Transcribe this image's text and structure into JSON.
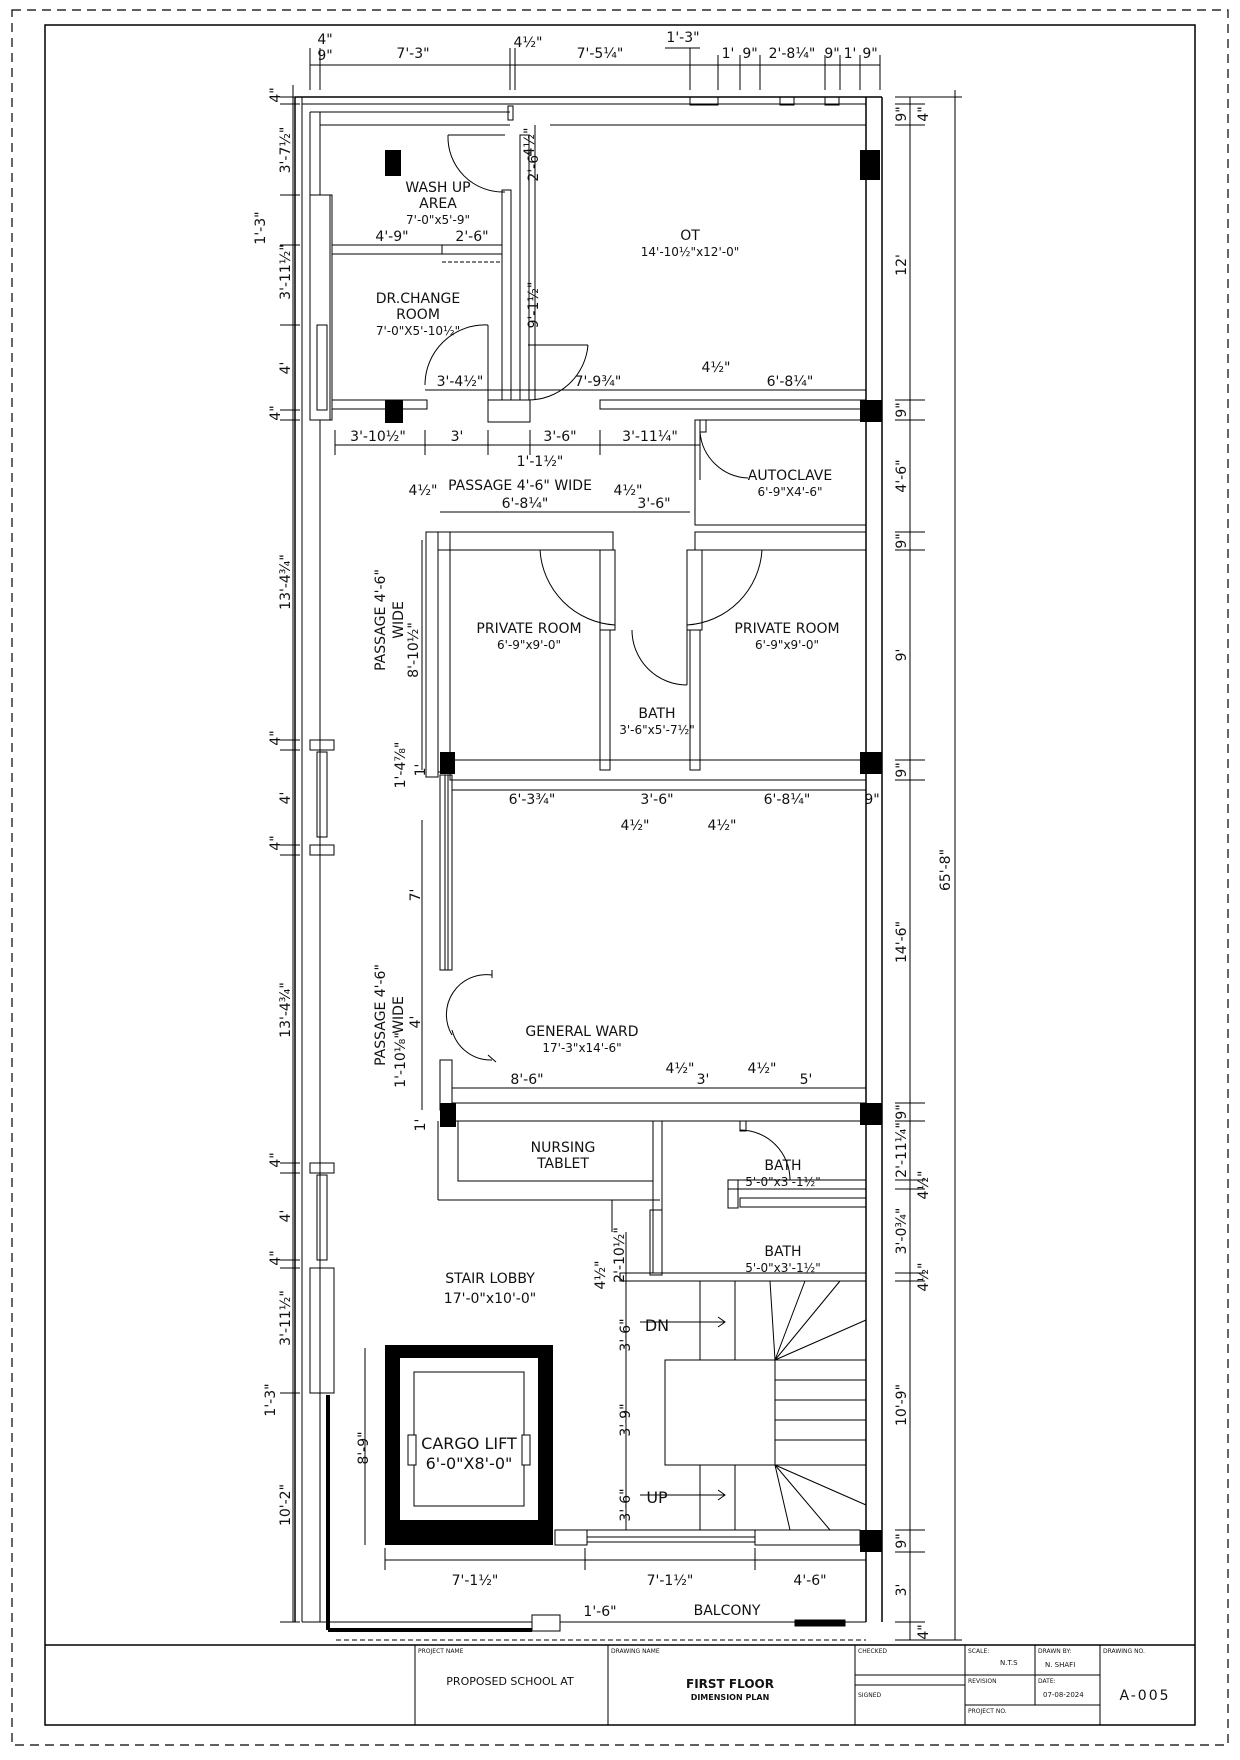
{
  "plan": {
    "rooms": {
      "wash_up_name": "WASH UP",
      "wash_up_name2": "AREA",
      "wash_up_size": "7'-0\"x5'-9\"",
      "ot_name": "OT",
      "ot_size": "14'-10½\"x12'-0\"",
      "dr_change_name": "DR.CHANGE",
      "dr_change_name2": "ROOM",
      "dr_change_size": "7'-0\"X5'-10½\"",
      "passage_top": "PASSAGE 4'-6\" WIDE",
      "autoclave_name": "AUTOCLAVE",
      "autoclave_size": "6'-9\"X4'-6\"",
      "private_left_name": "PRIVATE ROOM",
      "private_left_size": "6'-9\"x9'-0\"",
      "private_right_name": "PRIVATE ROOM",
      "private_right_size": "6'-9\"x9'-0\"",
      "bath_mid_name": "BATH",
      "bath_mid_size": "3'-6\"x5'-7½\"",
      "passage_side": "PASSAGE 4'-6\"",
      "passage_side2": "WIDE",
      "general_ward_name": "GENERAL WARD",
      "general_ward_size": "17'-3\"x14'-6\"",
      "nursing_name": "NURSING",
      "nursing_name2": "TABLET",
      "bath1_name": "BATH",
      "bath1_size": "5'-0\"x3'-1½\"",
      "bath2_name": "BATH",
      "bath2_size": "5'-0\"x3'-1½\"",
      "stair_lobby_name": "STAIR LOBBY",
      "stair_lobby_size": "17'-0\"x10'-0\"",
      "cargo_lift_name": "CARGO LIFT",
      "cargo_lift_size": "6'-0\"X8'-0\"",
      "balcony": "BALCONY",
      "stair_dn": "DN",
      "stair_up": "UP"
    },
    "dims_top": {
      "d1": "4\"",
      "d2": "9\"",
      "d3": "7'-3\"",
      "d4": "4½\"",
      "d5": "7'-5¼\"",
      "d6": "1'-3\"",
      "d7": "1'",
      "d8": "9\"",
      "d9": "2'-8¼\"",
      "d10": "9\"",
      "d11": "1'",
      "d12": "9\""
    },
    "dims_interior": {
      "wash_w1": "4'-9\"",
      "wash_w2": "2'-6\"",
      "door_26": "2'-6\"",
      "d_412": "4½\"",
      "wall_912": "9'-1½\"",
      "d_3412": "3'-4½\"",
      "d_7934": "7'-9¾\"",
      "d_412b": "4½\"",
      "d_6814": "6'-8¼\"",
      "d_31012": "3'-10½\"",
      "d_3": "3'",
      "d_36": "3'-6\"",
      "d_31114": "3'-11¼\"",
      "d_1112": "1'-1½\"",
      "p_412a": "4½\"",
      "p_6814": "6'-8¼\"",
      "p_412b": "4½\"",
      "p_36": "3'-6\"",
      "pr_81012": "8'-10½\"",
      "g_6334": "6'-3¾\"",
      "g_36": "3'-6\"",
      "g_6814": "6'-8¼\"",
      "g_9": "9\"",
      "g_412a": "4½\"",
      "g_412b": "4½\"",
      "s_1478": "1'-4⅞\"",
      "s_1": "1'",
      "s_7": "7'",
      "s_4": "4'",
      "s_1108": "1'-10⅛\"",
      "s_1b": "1'",
      "w_86": "8'-6\"",
      "w_412a": "4½\"",
      "w_3": "3'",
      "w_412b": "4½\"",
      "w_5": "5'",
      "st_21012": "2'-10½\"",
      "st_412": "4½\"",
      "st_36a": "3'-6\"",
      "st_39": "3'-9\"",
      "st_36b": "3'-6\"",
      "lift_89": "8'-9\"",
      "b_7112a": "7'-1½\"",
      "b_7112b": "7'-1½\"",
      "b_46": "4'-6\"",
      "b_16": "1'-6\""
    },
    "dims_left": {
      "l1": "4\"",
      "l2": "3'-7½\"",
      "l3": "1'-3\"",
      "l4": "3'-11½\"",
      "l5": "4'",
      "l6": "4\"",
      "l7": "13'-4¾\"",
      "l8": "4\"",
      "l9": "4'",
      "l10": "4\"",
      "l11": "13'-4¾\"",
      "l12": "4\"",
      "l13": "4'",
      "l14": "4\"",
      "l15": "3'-11½\"",
      "l16": "1'-3\"",
      "l17": "10'-2\""
    },
    "dims_right": {
      "r1": "9\"",
      "r2": "4\"",
      "r3": "12'",
      "r4": "9\"",
      "r5": "4'-6\"",
      "r6": "9\"",
      "r7": "9'",
      "r8": "9\"",
      "r9": "14'-6\"",
      "r10": "9\"",
      "r11": "2'-11¼\"",
      "r12": "4½\"",
      "r13": "3'-0¾\"",
      "r14": "4½\"",
      "r15": "10'-9\"",
      "r16": "9\"",
      "r17": "3'",
      "r18": "4\"",
      "overall": "65'-8\""
    }
  },
  "title_block": {
    "project_name_label": "PROJECT NAME",
    "project_name": "PROPOSED SCHOOL AT",
    "drawing_name_label": "DRAWING NAME",
    "drawing_name": "FIRST  FLOOR",
    "drawing_name2": "DIMENSION PLAN",
    "checked_label": "CHECKED",
    "signed_label": "SIGNED",
    "scale_label": "SCALE:",
    "scale_value": "N.T.S",
    "drawn_by_label": "DRAWN BY:",
    "drawn_by_value": "N. SHAFI",
    "revision_label": "REVISION",
    "date_label": "DATE:",
    "date_value": "07-08-2024",
    "project_no_label": "PROJECT NO.",
    "drawing_no_label": "DRAWING NO.",
    "drawing_no": "A-005"
  }
}
